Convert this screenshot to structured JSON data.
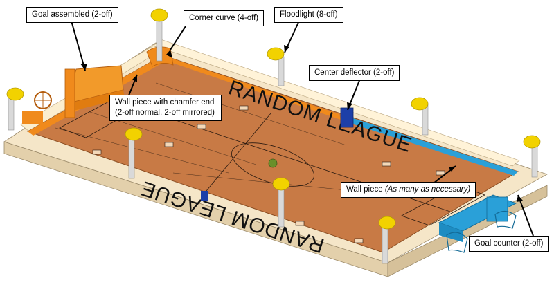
{
  "labels": {
    "goal_assembled": "Goal assembled (2-off)",
    "corner_curve": "Corner curve (4-off)",
    "floodlight": "Floodlight (8-off)",
    "center_deflector": "Center deflector (2-off)",
    "wall_chamfer_line1": "Wall piece with chamfer end",
    "wall_chamfer_line2": "(2-off normal, 2-off mirrored)",
    "wall_piece": "Wall piece",
    "wall_piece_note": "(As many as necessary)",
    "goal_counter": "Goal counter (2-off)"
  },
  "field": {
    "top_text": "RANDOM LEAGUE",
    "bottom_text": "RANDOM LEAGUE"
  },
  "colors": {
    "pitch": "#c87a45",
    "base": "#f5e6c8",
    "base_side": "#e0cda8",
    "orange_part": "#f08a1c",
    "blue_part": "#2aa0d8",
    "deflector": "#1d3fa8",
    "floodlight_pole": "#d9d9d9",
    "floodlight_lamp": "#f2d200",
    "ball": "#6a8f2a"
  }
}
